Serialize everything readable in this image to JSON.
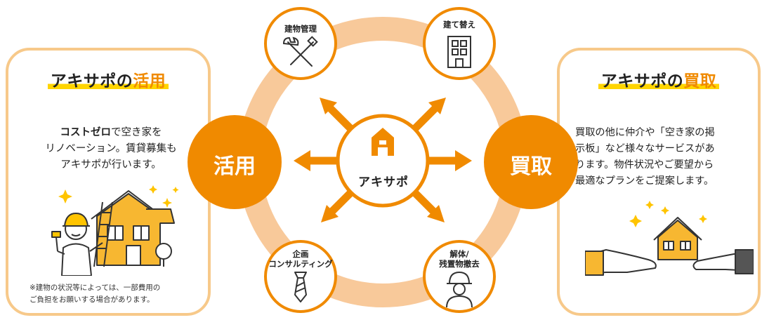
{
  "left_card": {
    "title_black": "アキサポの",
    "title_accent": "活用",
    "text_bold": "コストゼロ",
    "text_line1_rest": "で空き家を",
    "text_line2": "リノベーション。賃貸募集も",
    "text_line3": "アキサポが行います。",
    "note_line1": "※建物の状況等によっては、一部費用の",
    "note_line2": "ご負担をお願いする場合があります。"
  },
  "right_card": {
    "title_black": "アキサポの",
    "title_accent": "買取",
    "text_line1": "買取の他に仲介や「空き家の掲",
    "text_line2": "示板」など様々なサービスがあ",
    "text_line3": "ります。物件状況やご要望から",
    "text_line4": "最適なプランをご提案します。"
  },
  "center": {
    "brand": "アキサポ",
    "left_circle": "活用",
    "right_circle": "買取"
  },
  "satellites": {
    "top_left": "建物管理",
    "top_right": "建て替え",
    "bottom_left_line1": "企画",
    "bottom_left_line2": "コンサルティング",
    "bottom_right_line1": "解体/",
    "bottom_right_line2": "残置物撤去"
  },
  "colors": {
    "orange": "#f08a00",
    "ring": "#f8c99a",
    "card_border": "#f7c98a",
    "highlight": "#ffd500"
  }
}
